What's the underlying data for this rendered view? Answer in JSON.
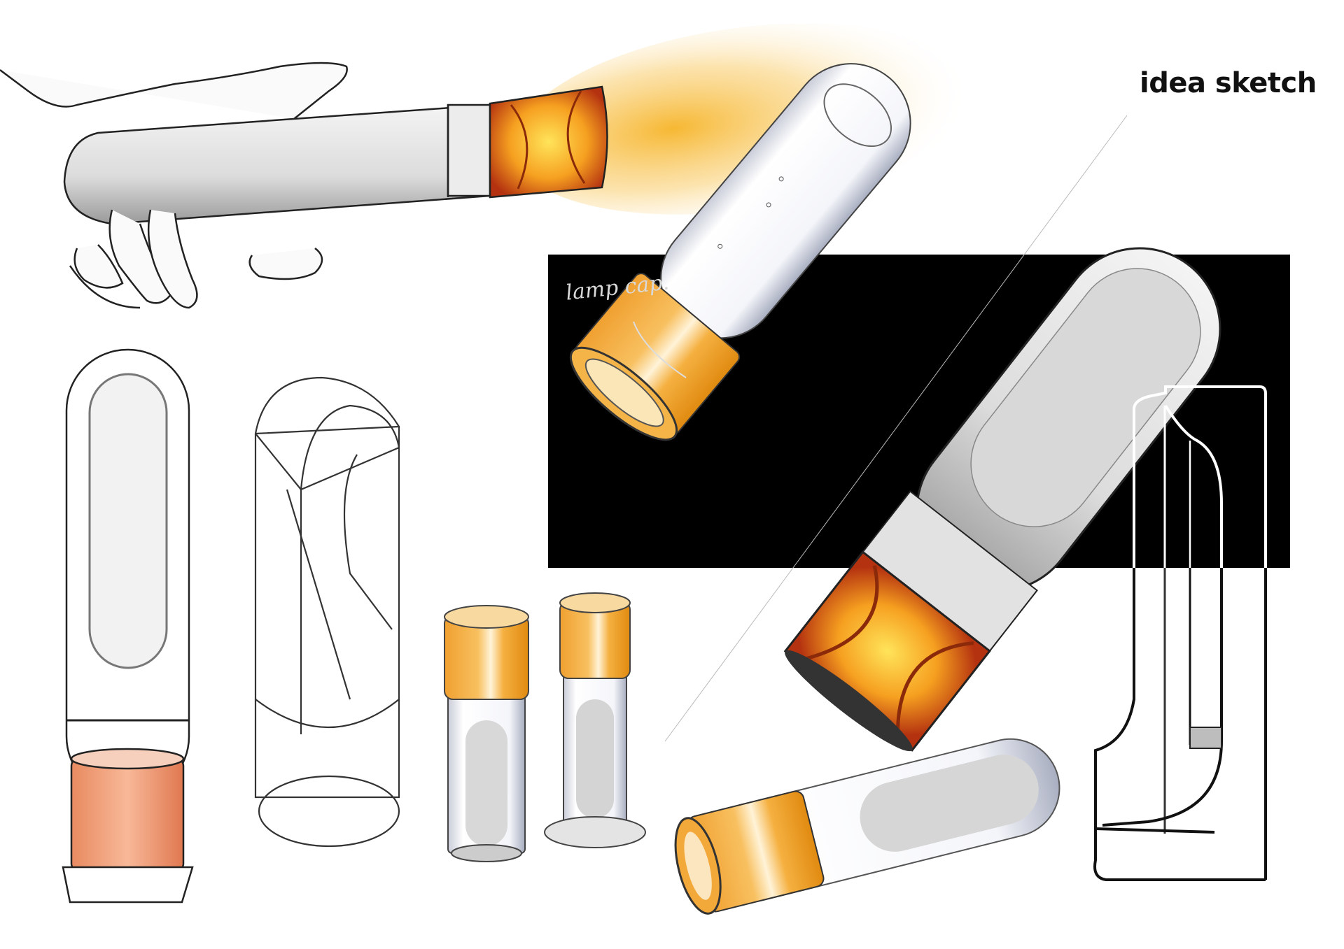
{
  "page": {
    "title": "idea sketch",
    "annotation": "lamp cap.",
    "colors": {
      "background": "#ffffff",
      "panel": "#000000",
      "amber": "#f4a62a",
      "amber_light": "#ffd45a",
      "red_orange": "#c8401a",
      "peach": "#f0a080",
      "body_grey": "#dcdcdc",
      "line": "#222222"
    }
  },
  "sketches": [
    {
      "id": "hand-held-lamp",
      "description": "Hand holding a horizontal lamp with glowing amber end and light beam"
    },
    {
      "id": "diagonal-clear-lamp",
      "description": "Clear tube lamp with amber lamp cap, on black panel"
    },
    {
      "id": "diagonal-grey-lamp",
      "description": "Grey lamp with glowing amber/red base, on black panel"
    },
    {
      "id": "vertical-lamp-peach",
      "description": "Upright lamp with peach base"
    },
    {
      "id": "wireframe-lamp",
      "description": "Construction-line wireframe lamp"
    },
    {
      "id": "small-lamp-pair",
      "description": "Two small upright lamps with amber caps"
    },
    {
      "id": "lying-lamp",
      "description": "Lamp lying down with amber cap"
    },
    {
      "id": "section-outline",
      "description": "Side section outline drawing"
    }
  ]
}
